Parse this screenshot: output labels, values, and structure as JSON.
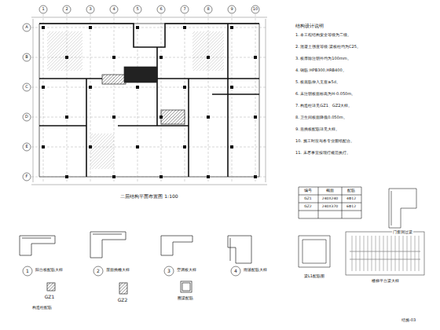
{
  "diagram": {
    "title": "二层结构平面布置图 1:100",
    "labels": [
      "1",
      "2",
      "3",
      "4",
      "5",
      "6",
      "7",
      "8",
      "9",
      "10",
      "A",
      "B",
      "C",
      "D",
      "E",
      "F",
      "1",
      "2",
      "3",
      "4",
      "阳台板配筋大样",
      "屋面挑檐大样",
      "空调板大样",
      "雨篷配筋大样",
      "GZ1",
      "GZ2",
      "构造柱配筋",
      "圈梁配筋",
      "结构设计说明",
      "1. 本工程结构安全等级为二级。",
      "2. 混凝土强度等级:梁板柱均为C25。",
      "3. 板厚除注明外均为100mm。",
      "4. 钢筋:HPB300,HRB400。",
      "5. 板底筋伸入支座≥5d。",
      "6. 未注明板面标高为H-0.050m。",
      "7. 构造柱详见GZ1、GZ2大样。",
      "8. 卫生间板面降低0.050m。",
      "9. 悬挑板配筋详见大样。",
      "10. 施工时应与各专业图纸配合。",
      "11. 未尽事宜按现行规范执行。",
      "编号",
      "截面",
      "配筋",
      "GZ1",
      "240X240",
      "4Φ12",
      "GZ2",
      "240X370",
      "6Φ12",
      "门窗洞过梁",
      "梁L1配筋图",
      "楼梯平台梁大样",
      "结施-03"
    ]
  }
}
